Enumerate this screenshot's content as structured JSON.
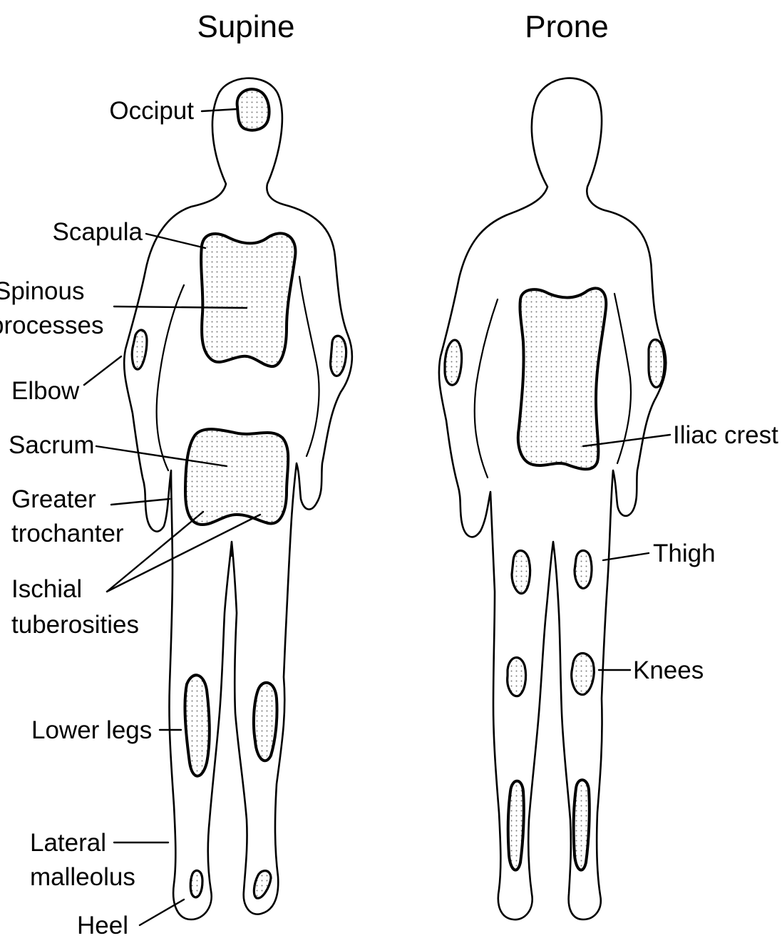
{
  "views": {
    "supine": "Supine",
    "prone": "Prone"
  },
  "labels": {
    "occiput": "Occiput",
    "scapula": "Scapula",
    "spinous_1": "Spinous",
    "spinous_2": "processes",
    "elbow": "Elbow",
    "sacrum": "Sacrum",
    "greater_1": "Greater",
    "greater_2": "trochanter",
    "ischial_1": "Ischial",
    "ischial_2": "tuberosities",
    "lower_legs": "Lower legs",
    "lateral_1": "Lateral",
    "lateral_2": "malleolus",
    "heel": "Heel",
    "iliac_crest": "Iliac crest",
    "thigh": "Thigh",
    "knees": "Knees"
  },
  "colors": {
    "ink": "#000000",
    "background": "#ffffff"
  }
}
